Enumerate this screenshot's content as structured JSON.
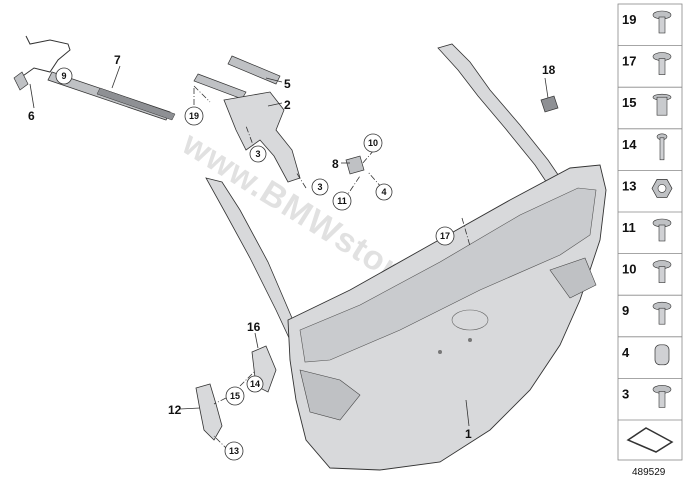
{
  "watermark": "www.BMWstore.pl",
  "document_number": "489529",
  "callouts": {
    "c1": "1",
    "c2": "2",
    "c3a": "3",
    "c3b": "3",
    "c4": "4",
    "c5": "5",
    "c6": "6",
    "c7": "7",
    "c8": "8",
    "c9": "9",
    "c10": "10",
    "c11": "11",
    "c12": "12",
    "c13": "13",
    "c14": "14",
    "c15": "15",
    "c16": "16",
    "c17": "17",
    "c18": "18",
    "c19": "19"
  },
  "sidebar": {
    "items": [
      {
        "number": "19",
        "icon": "flange-screw-icon"
      },
      {
        "number": "17",
        "icon": "tapping-screw-icon"
      },
      {
        "number": "15",
        "icon": "expanding-rivet-icon"
      },
      {
        "number": "14",
        "icon": "bolt-icon"
      },
      {
        "number": "13",
        "icon": "hex-nut-icon"
      },
      {
        "number": "11",
        "icon": "torx-screw-icon"
      },
      {
        "number": "10",
        "icon": "flat-head-screw-icon"
      },
      {
        "number": "9",
        "icon": "collar-screw-icon"
      },
      {
        "number": "4",
        "icon": "rubber-buffer-icon"
      },
      {
        "number": "3",
        "icon": "washer-screw-icon"
      }
    ]
  },
  "colors": {
    "panel_fill": "#d8d9db",
    "panel_shade": "#bfc1c4",
    "line": "#333333",
    "border": "#888888"
  }
}
